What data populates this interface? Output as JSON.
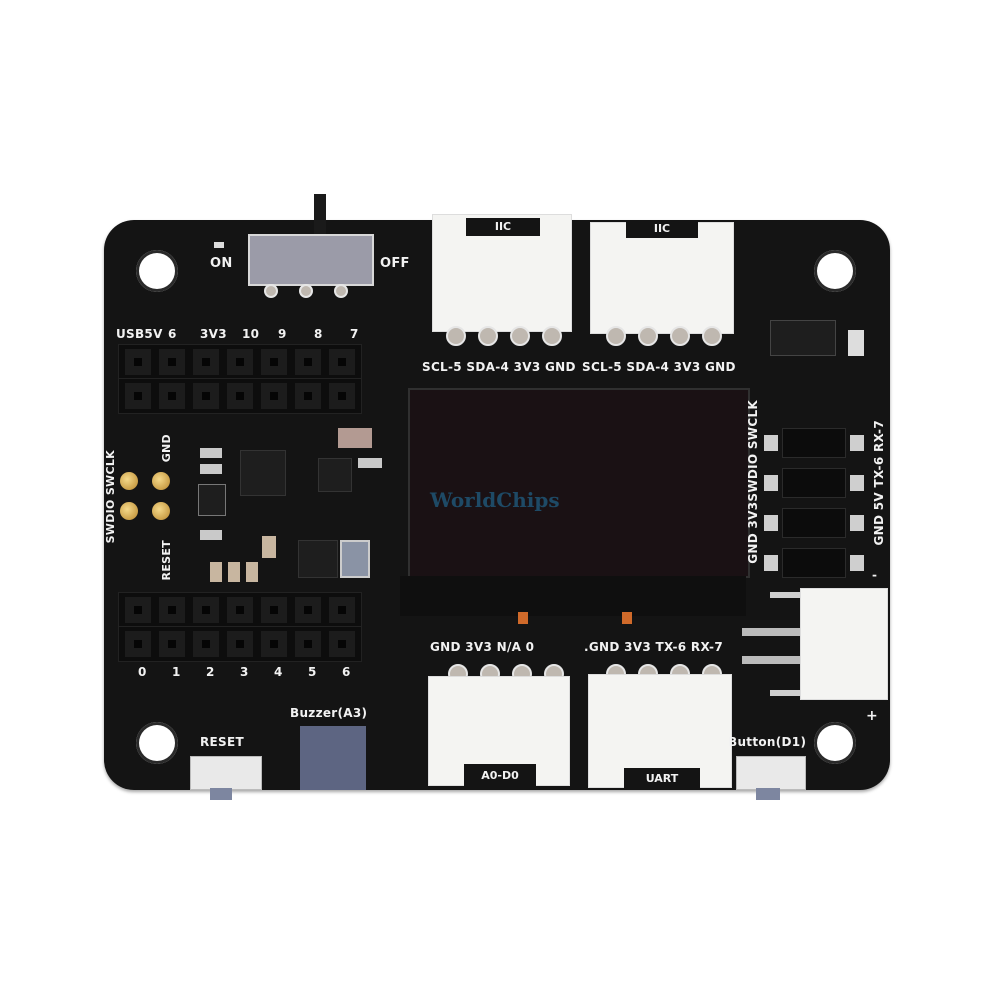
{
  "product": {
    "watermark": "WorldChips",
    "switch_labels": {
      "on": "ON",
      "off": "OFF"
    },
    "top_header_labels": [
      "USB5V",
      "6",
      "3V3",
      "10",
      "9",
      "8",
      "7"
    ],
    "bottom_header_labels": [
      "0",
      "1",
      "2",
      "3",
      "4",
      "5",
      "6"
    ],
    "swd_labels": {
      "swdio_swclk": "SWDIO SWCLK",
      "gnd": "GND",
      "reset": "RESET"
    },
    "connectors_top": [
      {
        "title": "IIC",
        "pins": "SCL-5 SDA-4 3V3 GND"
      },
      {
        "title": "IIC",
        "pins": "SCL-5 SDA-4 3V3 GND"
      }
    ],
    "connectors_bottom": [
      {
        "title": "A0-D0",
        "pins": "GND 3V3 N/A 0"
      },
      {
        "title": "UART",
        "pins": ".GND 3V3 TX-6 RX-7"
      }
    ],
    "right_header_left_label": "GND 3V3SWDIO SWCLK",
    "right_header_right_label": "GND 5V TX-6 RX-7",
    "battery_plus": "+",
    "battery_minus": "-",
    "buzzer_label": "Buzzer(A3)",
    "reset_label": "RESET",
    "button_label": "Button(D1)",
    "colors": {
      "pcb": "#141414",
      "silkscreen": "#f2f2f2",
      "connector": "#f4f4f2",
      "oled": "#1a1114",
      "watermark": "#1e4a66"
    }
  }
}
